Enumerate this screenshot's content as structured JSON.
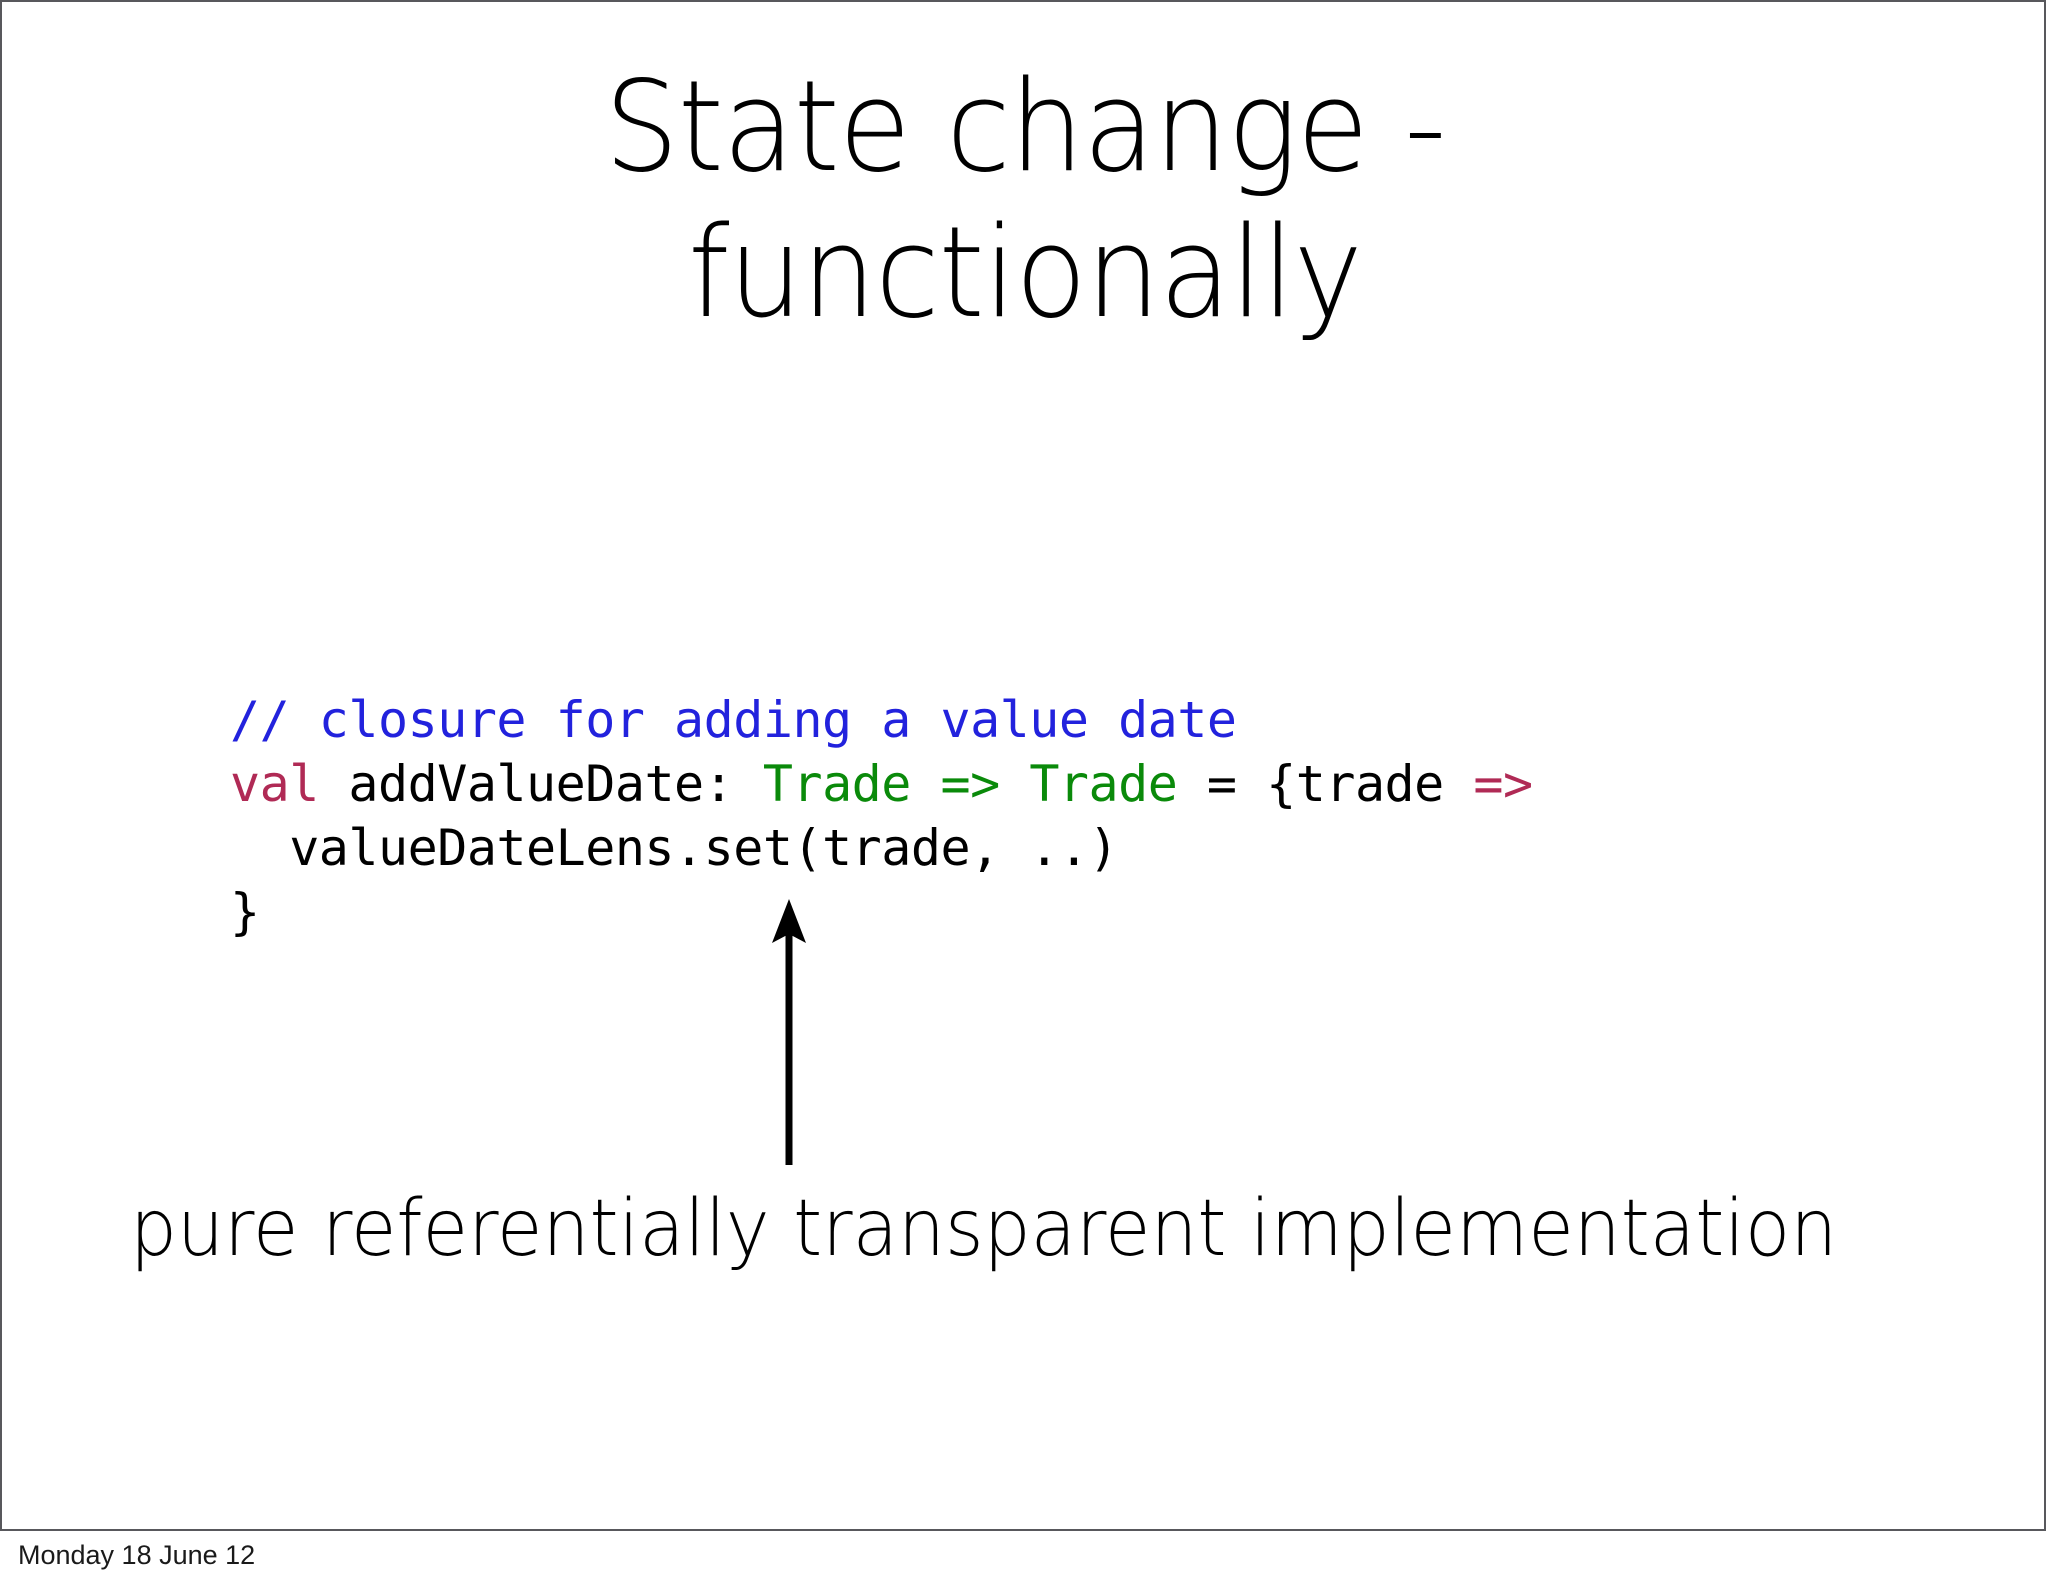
{
  "slide": {
    "title": "State change -\nfunctionally",
    "background_color": "#ffffff",
    "border_color": "#58585c"
  },
  "code": {
    "language": "scala",
    "lines": [
      {
        "id": "line-comment",
        "tokens": [
          {
            "text": "// closure for adding a value date",
            "kind": "comment"
          }
        ]
      },
      {
        "id": "line-val-declaration",
        "tokens": [
          {
            "text": "val",
            "kind": "keyword"
          },
          {
            "text": " addValueDate: ",
            "kind": "plain"
          },
          {
            "text": "Trade",
            "kind": "type"
          },
          {
            "text": " ",
            "kind": "plain"
          },
          {
            "text": "=>",
            "kind": "type"
          },
          {
            "text": " ",
            "kind": "plain"
          },
          {
            "text": "Trade",
            "kind": "type"
          },
          {
            "text": " = {trade ",
            "kind": "plain"
          },
          {
            "text": "=>",
            "kind": "arrow"
          }
        ]
      },
      {
        "id": "line-lens-set",
        "tokens": [
          {
            "text": "  valueDateLens.set(trade, ..)",
            "kind": "plain"
          }
        ]
      },
      {
        "id": "line-close-brace",
        "tokens": [
          {
            "text": "}",
            "kind": "plain"
          }
        ]
      }
    ],
    "colors": {
      "comment": "#2222dd",
      "keyword": "#b02a55",
      "type": "#0a8a0a",
      "arrow": "#b02a55",
      "plain": "#000000"
    }
  },
  "annotation": {
    "arrow_icon": "up-arrow-icon",
    "caption": "pure referentially transparent implementation"
  },
  "footer": {
    "date": "Monday 18 June 12"
  }
}
